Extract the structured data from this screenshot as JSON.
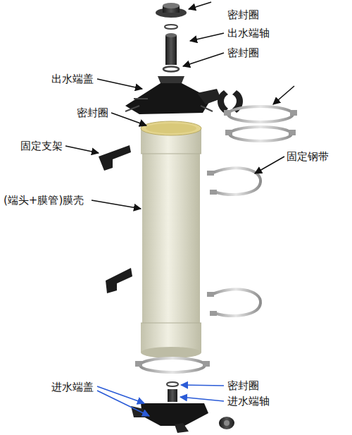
{
  "diagram": {
    "labels": [
      "密封圈",
      "出水端轴",
      "密封圈",
      "出水端盖",
      "密封圈",
      "固定支架",
      "固定钢带",
      "(端头+膜管)膜壳",
      "进水端盖",
      "密封圈",
      "进水端轴"
    ]
  }
}
